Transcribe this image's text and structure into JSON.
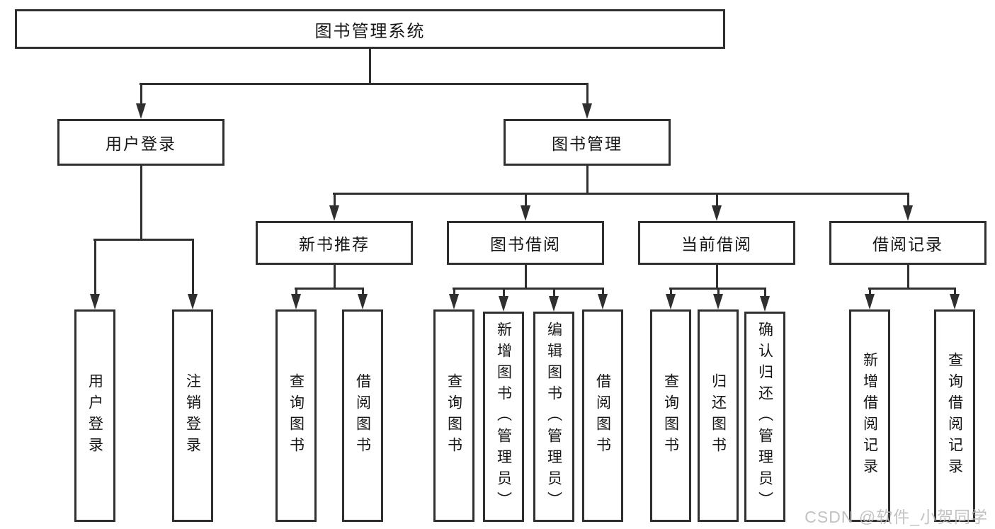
{
  "diagram": {
    "title": "图书管理系统",
    "branches": [
      {
        "label": "用户登录",
        "children": [
          "用户登录",
          "注销登录"
        ]
      },
      {
        "label": "图书管理",
        "sections": [
          {
            "label": "新书推荐",
            "children": [
              "查询图书",
              "借阅图书"
            ]
          },
          {
            "label": "图书借阅",
            "children": [
              "查询图书",
              "新增图书（管理员）",
              "编辑图书（管理员）",
              "借阅图书"
            ]
          },
          {
            "label": "当前借阅",
            "children": [
              "查询图书",
              "归还图书",
              "确认归还（管理员）"
            ]
          },
          {
            "label": "借阅记录",
            "children": [
              "新增借阅记录",
              "查询借阅记录"
            ]
          }
        ]
      }
    ]
  },
  "watermark": {
    "text": "CSDN @软件_小贺同学"
  },
  "colors": {
    "line": "#2f2f2f",
    "text": "#161616",
    "background": "#ffffff",
    "watermark": "#bababa"
  }
}
